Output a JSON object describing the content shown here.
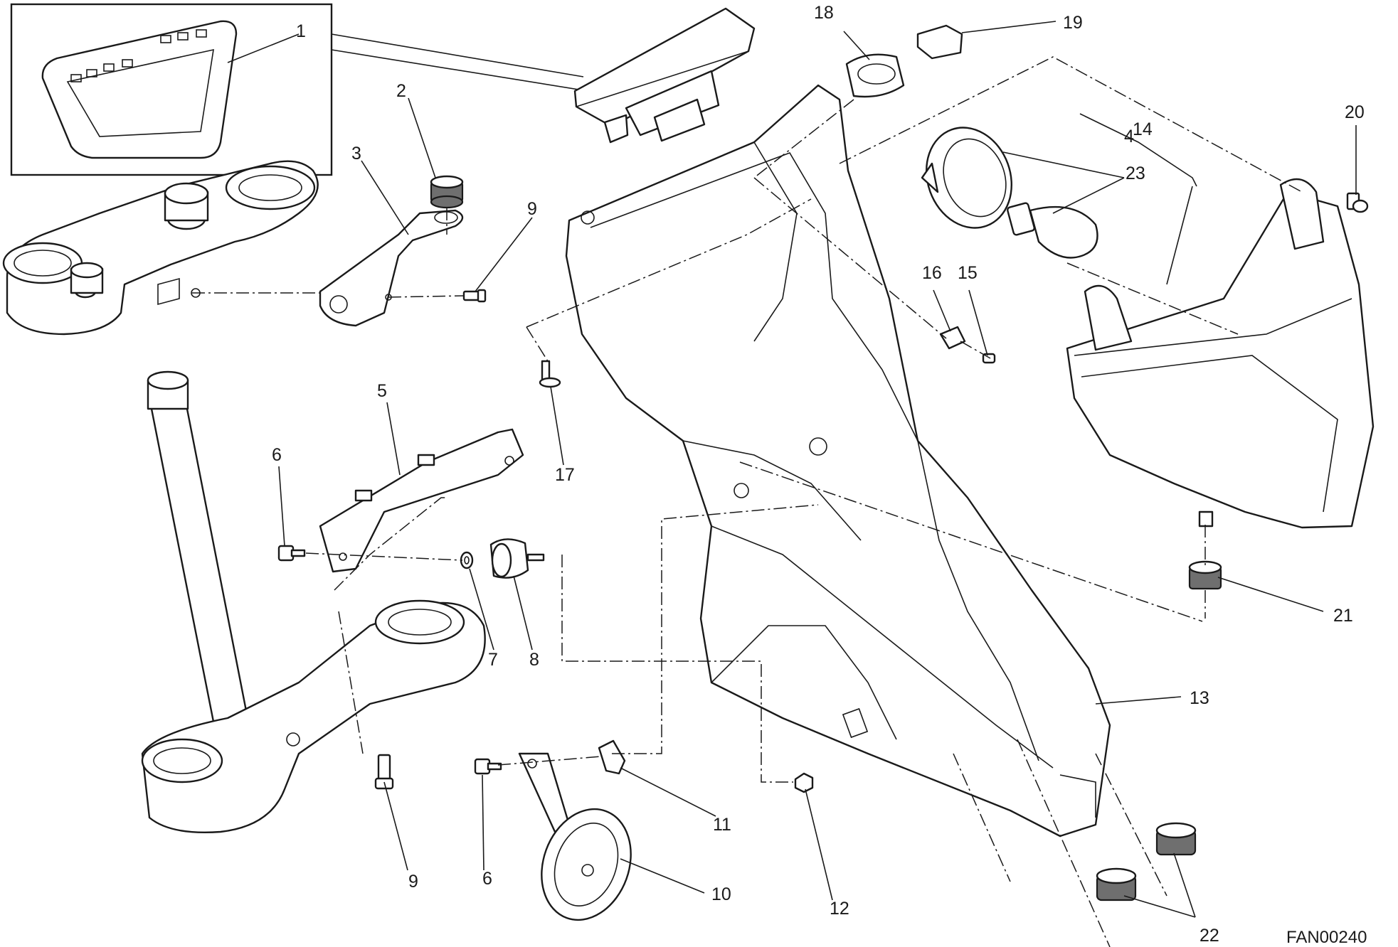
{
  "drawing_code": "FAN00240",
  "callouts": {
    "c1": "1",
    "c2": "2",
    "c3": "3",
    "c4": "4",
    "c5": "5",
    "c6a": "6",
    "c6b": "6",
    "c7": "7",
    "c8": "8",
    "c9a": "9",
    "c9b": "9",
    "c10": "10",
    "c11": "11",
    "c12": "12",
    "c13": "13",
    "c14": "14",
    "c15": "15",
    "c16": "16",
    "c17": "17",
    "c18": "18",
    "c19": "19",
    "c20": "20",
    "c21": "21",
    "c22": "22",
    "c23": "23"
  },
  "colors": {
    "line": "#1a1a1a",
    "rubber_fill": "#6f6f6f",
    "background": "#ffffff"
  }
}
